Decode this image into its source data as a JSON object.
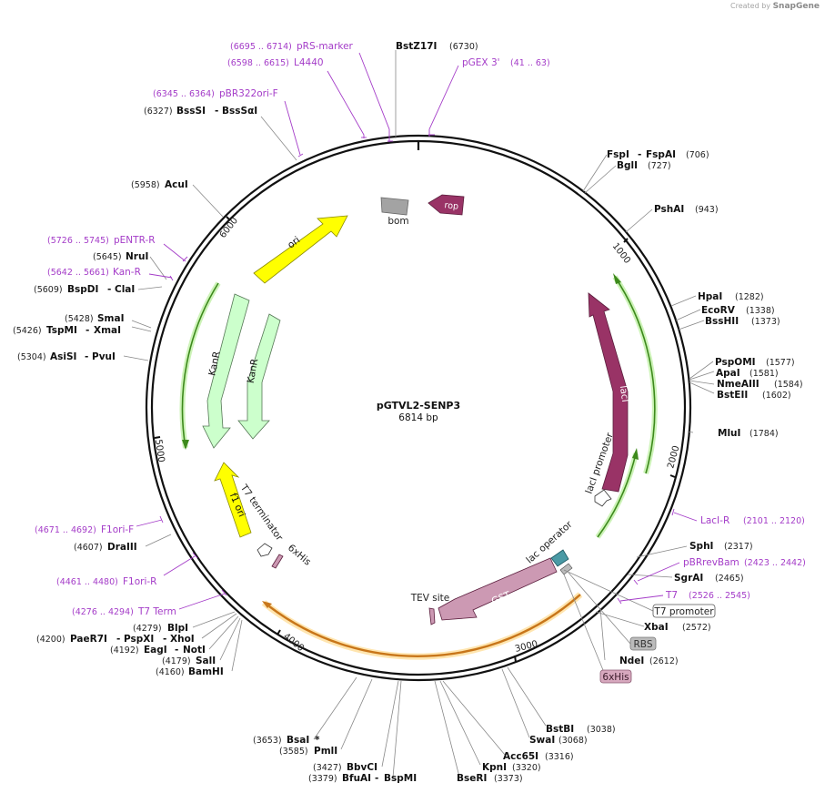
{
  "watermark": {
    "created": "Created by",
    "brand": "SnapGene"
  },
  "plasmid": {
    "name": "pGTVL2-SENP3",
    "size": "6814 bp"
  },
  "enzymes": {
    "bstz17i": {
      "name": "BstZ17I",
      "pos": "(6730)"
    },
    "bsssi": {
      "name": "BssSI",
      "sep": "-",
      "alt": "BssSαI",
      "pos": "(6327)"
    },
    "acui": {
      "name": "AcuI",
      "pos": "(5958)"
    },
    "nrui": {
      "name": "NruI",
      "pos": "(5645)"
    },
    "bspdi": {
      "name": "BspDI",
      "sep": "-",
      "alt": "ClaI",
      "pos": "(5609)"
    },
    "smai": {
      "name": "SmaI",
      "pos": "(5428)"
    },
    "tspmi": {
      "name": "TspMI",
      "sep": "-",
      "alt": "XmaI",
      "pos": "(5426)"
    },
    "asisi": {
      "name": "AsiSI",
      "sep": "-",
      "alt": "PvuI",
      "pos": "(5304)"
    },
    "draiii": {
      "name": "DraIII",
      "pos": "(4607)"
    },
    "blpi": {
      "name": "BlpI",
      "pos": "(4279)"
    },
    "paer7i": {
      "name": "PaeR7I",
      "sep": "-",
      "alt": "PspXI",
      "sep2": "-",
      "alt2": "XhoI",
      "pos": "(4200)"
    },
    "eagi": {
      "name": "EagI",
      "sep": "-",
      "alt": "NotI",
      "pos": "(4192)"
    },
    "sali": {
      "name": "SalI",
      "pos": "(4179)"
    },
    "bamhi": {
      "name": "BamHI",
      "pos": "(4160)"
    },
    "bsai": {
      "name": "BsaI",
      "star": "*",
      "pos": "(3653)"
    },
    "pmli": {
      "name": "PmlI",
      "pos": "(3585)"
    },
    "bbvci": {
      "name": "BbvCI",
      "pos": "(3427)"
    },
    "bfuai": {
      "name": "BfuAI",
      "sep": "-",
      "alt": "BspMI",
      "pos": "(3379)"
    },
    "kpni": {
      "name": "KpnI",
      "pos": "(3320)"
    },
    "bseri": {
      "name": "BseRI",
      "pos": "(3373)"
    },
    "acc65i": {
      "name": "Acc65I",
      "pos": "(3316)"
    },
    "swai": {
      "name": "SwaI",
      "pos": "(3068)"
    },
    "bstbi": {
      "name": "BstBI",
      "pos": "(3038)"
    },
    "ndei": {
      "name": "NdeI",
      "pos": "(2612)"
    },
    "xbai": {
      "name": "XbaI",
      "pos": "(2572)"
    },
    "sgrai": {
      "name": "SgrAI",
      "pos": "(2465)"
    },
    "sphi": {
      "name": "SphI",
      "pos": "(2317)"
    },
    "mlui": {
      "name": "MluI",
      "pos": "(1784)"
    },
    "bsteii": {
      "name": "BstEII",
      "pos": "(1602)"
    },
    "nmeaiii": {
      "name": "NmeAIII",
      "pos": "(1584)"
    },
    "apai": {
      "name": "ApaI",
      "pos": "(1581)"
    },
    "pspomi": {
      "name": "PspOMI",
      "pos": "(1577)"
    },
    "bsshii": {
      "name": "BssHII",
      "pos": "(1373)"
    },
    "ecorv": {
      "name": "EcoRV",
      "pos": "(1338)"
    },
    "hpai": {
      "name": "HpaI",
      "pos": "(1282)"
    },
    "pshai": {
      "name": "PshAI",
      "pos": "(943)"
    },
    "bgli": {
      "name": "BglI",
      "pos": "(727)"
    },
    "fspi": {
      "name": "FspI",
      "sep": "-",
      "alt": "FspAI",
      "pos": "(706)"
    }
  },
  "primers": {
    "prs": {
      "name": "pRS-marker",
      "range": "(6695 .. 6714)"
    },
    "l4440": {
      "name": "L4440",
      "range": "(6598 .. 6615)"
    },
    "pgex": {
      "name": "pGEX 3'",
      "range": "(41 .. 63)"
    },
    "pbr322": {
      "name": "pBR322ori-F",
      "range": "(6345 .. 6364)"
    },
    "pentr": {
      "name": "pENTR-R",
      "range": "(5726 .. 5745)"
    },
    "kanr": {
      "name": "Kan-R",
      "range": "(5642 .. 5661)"
    },
    "f1orif": {
      "name": "F1ori-F",
      "range": "(4671 .. 4692)"
    },
    "f1orir": {
      "name": "F1ori-R",
      "range": "(4461 .. 4480)"
    },
    "t7term": {
      "name": "T7 Term",
      "range": "(4276 .. 4294)"
    },
    "laci": {
      "name": "LacI-R",
      "range": "(2101 .. 2120)"
    },
    "pbrrev": {
      "name": "pBRrevBam",
      "range": "(2423 .. 2442)"
    },
    "t7": {
      "name": "T7",
      "range": "(2526 .. 2545)"
    }
  },
  "features": {
    "rop": "rop",
    "bom": "bom",
    "ori": "ori",
    "kanr1": "KanR",
    "kanr2": "KanR",
    "lacI": "lacI",
    "laci_promoter": "lacI promoter",
    "f1ori": "f1 ori",
    "t7_terminator": "T7 terminator",
    "his_top": "6xHis",
    "gst": "GST",
    "tev": "TEV site",
    "lac_operator": "lac operator",
    "t7_promoter": "T7 promoter",
    "rbs": "RBS",
    "his_box": "6xHis"
  },
  "ticks": [
    "1000",
    "2000",
    "3000",
    "4000",
    "5000",
    "6000"
  ],
  "colors": {
    "backbone": "#111111",
    "primer": "#a43cc8",
    "ori": "#ffff00",
    "kanr": "#ccffcc",
    "lacI": "#993366",
    "rop": "#993366",
    "gst": "#cc99b3",
    "orf": "#e8a038",
    "bom": "#999999"
  }
}
